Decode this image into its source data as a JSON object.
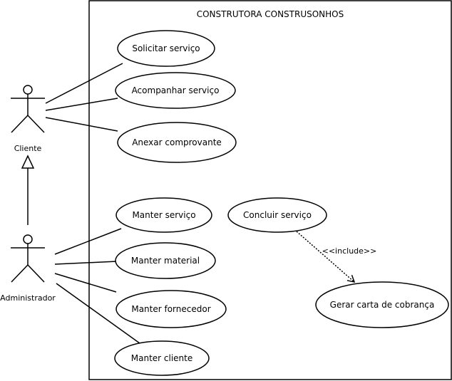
{
  "system": {
    "title": "CONSTRUTORA CONSTRUSONHOS"
  },
  "actors": {
    "cliente": {
      "label": "Cliente"
    },
    "administrador": {
      "label": "Administrador"
    }
  },
  "use_cases": {
    "solicitar_servico": "Solicitar serviço",
    "acompanhar_servico": "Acompanhar serviço",
    "anexar_comprovante": "Anexar comprovante",
    "manter_servico": "Manter serviço",
    "manter_material": "Manter material",
    "manter_fornecedor": "Manter fornecedor",
    "manter_cliente": "Manter cliente",
    "concluir_servico": "Concluir serviço",
    "gerar_carta": "Gerar carta de cobrança"
  },
  "relations": {
    "include_label": "<<include>>"
  }
}
